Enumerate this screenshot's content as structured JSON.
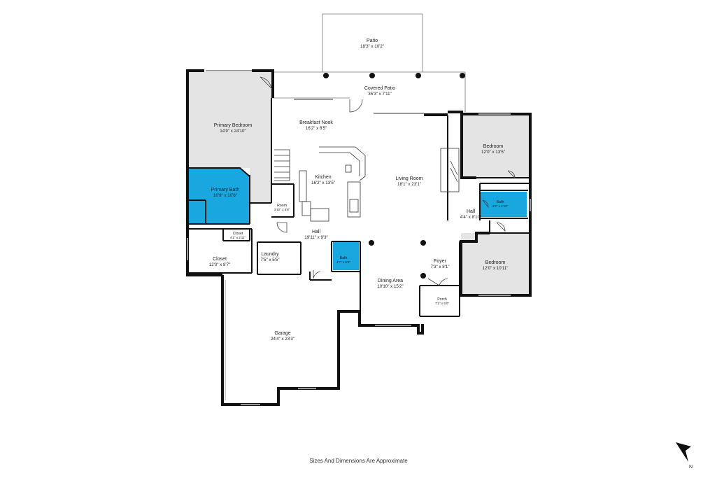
{
  "colors": {
    "wall": "#111111",
    "gray_room": "#e4e4e4",
    "bath_blue": "#19a7e0",
    "thin_line": "#555555"
  },
  "rooms": {
    "patio": {
      "name": "Patio",
      "dim": "18'3\" x 10'2\""
    },
    "covered_patio": {
      "name": "Covered Patio",
      "dim": "35'3\" x 7'11\""
    },
    "primary_bedroom": {
      "name": "Primary Bedroom",
      "dim": "14'9\" x 24'10\""
    },
    "breakfast_nook": {
      "name": "Breakfast Nook",
      "dim": "16'2\" x 8'5\""
    },
    "bedroom_1": {
      "name": "Bedroom",
      "dim": "12'0\" x 13'5\""
    },
    "kitchen": {
      "name": "Kitchen",
      "dim": "16'2\" x 13'5\""
    },
    "living_room": {
      "name": "Living Room",
      "dim": "18'1\" x 23'1\""
    },
    "primary_bath": {
      "name": "Primary Bath",
      "dim": "10'9\" x 10'6\""
    },
    "room": {
      "name": "Room",
      "dim": "3'10\" x 6'8\""
    },
    "bath_1": {
      "name": "Bath",
      "dim": "4'6\" x 4'10\""
    },
    "hall_1": {
      "name": "Hall",
      "dim": "4'4\" x 8'10\""
    },
    "closet_small": {
      "name": "Closet",
      "dim": "4'1\" x 2'11\""
    },
    "hall_2": {
      "name": "Hall",
      "dim": "19'11\" x 9'3\""
    },
    "closet": {
      "name": "Closet",
      "dim": "12'0\" x 8'7\""
    },
    "laundry": {
      "name": "Laundry",
      "dim": "7'5\" x 5'5\""
    },
    "bath_2": {
      "name": "Bath",
      "dim": "4'7\" x 5'8\""
    },
    "foyer": {
      "name": "Foyer",
      "dim": "7'3\" x 8'1\""
    },
    "bedroom_2": {
      "name": "Bedroom",
      "dim": "12'0\" x 10'11\""
    },
    "dining_area": {
      "name": "Dining Area",
      "dim": "10'10\" x 15'2\""
    },
    "porch": {
      "name": "Porch",
      "dim": "7'1\" x 5'0\""
    },
    "garage": {
      "name": "Garage",
      "dim": "24'4\" x 23'3\""
    }
  },
  "footer": {
    "note": "Sizes And Dimensions Are Approximate"
  },
  "compass": {
    "letter": "N"
  }
}
